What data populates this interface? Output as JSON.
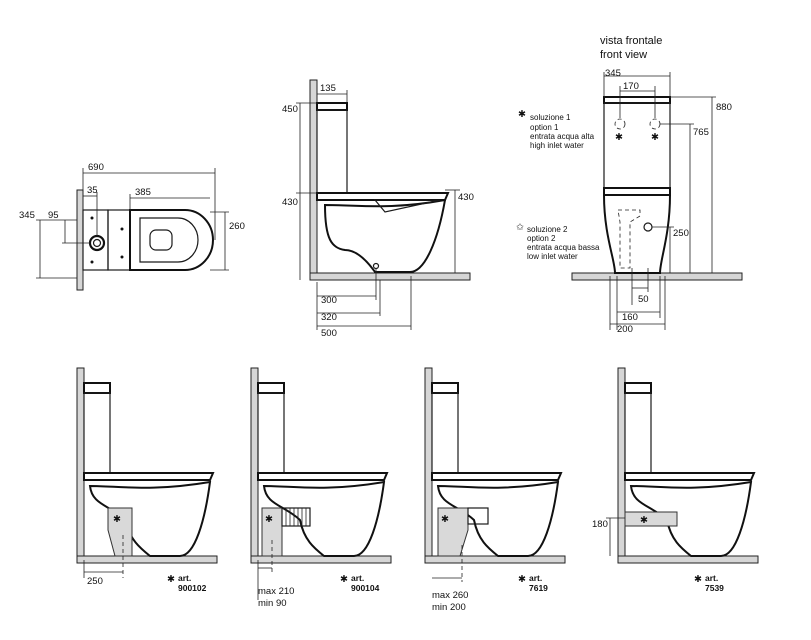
{
  "top_plan": {
    "dims": {
      "length": "690",
      "offset": "35",
      "bowl": "385",
      "height_left": "345",
      "drain": "95",
      "width_right": "260"
    }
  },
  "top_side": {
    "dims": {
      "tank_depth": "135",
      "tank_height": "450",
      "seat_left": "430",
      "seat_right": "430",
      "d300": "300",
      "d320": "320",
      "d500": "500"
    }
  },
  "front": {
    "title_it": "vista frontale",
    "title_en": "front view",
    "dims": {
      "width": "345",
      "inner": "170",
      "h880": "880",
      "h765": "765",
      "h250": "250",
      "w50": "50",
      "w160": "160",
      "w200": "200"
    },
    "legend": {
      "opt1": [
        "soluzione 1",
        "option 1",
        "entrata acqua alta",
        "high inlet water"
      ],
      "opt2": [
        "soluzione 2",
        "option 2",
        "entrata acqua bassa",
        "low inlet water"
      ]
    }
  },
  "variants": [
    {
      "art_label": "art.",
      "art_no": "900102",
      "dim1": "250"
    },
    {
      "art_label": "art.",
      "art_no": "900104",
      "max": "max 210",
      "min": "min  90"
    },
    {
      "art_label": "art.",
      "art_no": "7619",
      "max": "max 260",
      "min": "min  200"
    },
    {
      "art_label": "art.",
      "art_no": "7539",
      "dim1": "180"
    }
  ]
}
